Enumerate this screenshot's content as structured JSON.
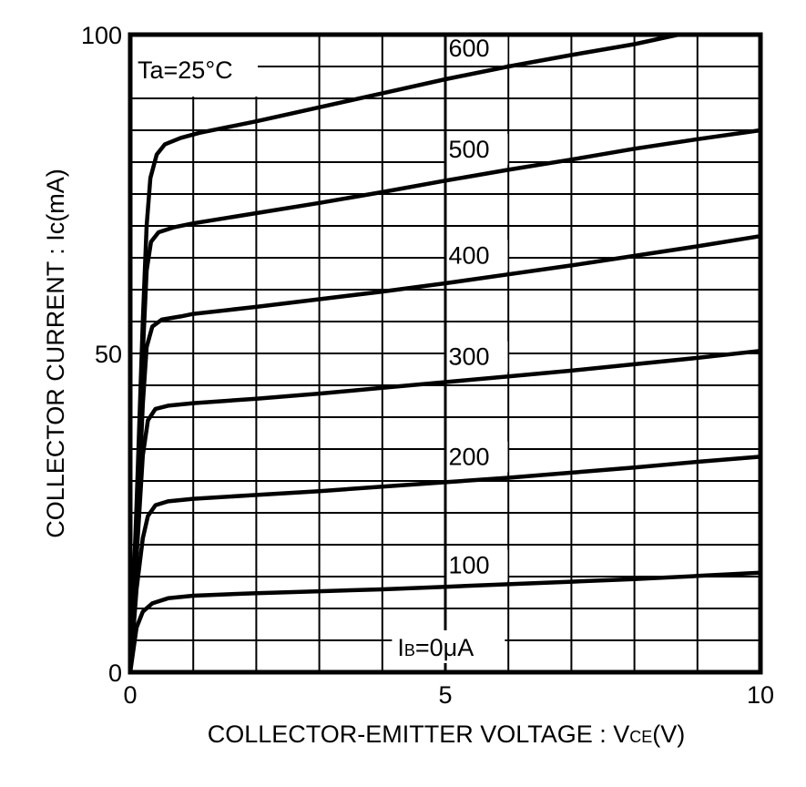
{
  "chart_data": {
    "type": "line",
    "xlabel_main": "COLLECTOR-EMITTER  VOLTAGE : V",
    "xlabel_sub": "CE",
    "xlabel_unit": "(V)",
    "ylabel": "COLLECTOR  CURRENT : Ic(mA)",
    "xlim": [
      0,
      10
    ],
    "ylim": [
      0,
      100
    ],
    "x_ticks": [
      {
        "value": 0,
        "label": "0"
      },
      {
        "value": 5,
        "label": "5"
      },
      {
        "value": 10,
        "label": "10"
      }
    ],
    "y_ticks": [
      {
        "value": 0,
        "label": "0"
      },
      {
        "value": 50,
        "label": "50"
      },
      {
        "value": 100,
        "label": "100"
      }
    ],
    "grid": true,
    "grid_x": [
      0,
      1,
      2,
      3,
      4,
      5,
      6,
      7,
      8,
      9,
      10
    ],
    "grid_y": [
      0,
      5,
      10,
      15,
      20,
      25,
      30,
      35,
      40,
      45,
      50,
      55,
      60,
      65,
      70,
      75,
      80,
      85,
      90,
      95,
      100
    ],
    "condition": "Ta=25°C",
    "ib_label": {
      "main": "I",
      "sub": "B",
      "rest": "=0μA",
      "x": 5.8,
      "y": 4
    },
    "series": [
      {
        "name": "100",
        "label_x": 5.05,
        "label_y": 15.5,
        "points": [
          [
            0,
            0
          ],
          [
            0.1,
            7
          ],
          [
            0.2,
            9.5
          ],
          [
            0.35,
            10.8
          ],
          [
            0.6,
            11.6
          ],
          [
            1,
            12
          ],
          [
            2,
            12.4
          ],
          [
            3,
            12.7
          ],
          [
            4,
            13
          ],
          [
            5,
            13.4
          ],
          [
            6,
            13.8
          ],
          [
            7,
            14.2
          ],
          [
            8,
            14.6
          ],
          [
            9,
            15.1
          ],
          [
            10,
            15.6
          ]
        ]
      },
      {
        "name": "200",
        "label_x": 5.05,
        "label_y": 32.5,
        "points": [
          [
            0,
            0
          ],
          [
            0.1,
            13
          ],
          [
            0.2,
            21
          ],
          [
            0.28,
            24.5
          ],
          [
            0.4,
            26.2
          ],
          [
            0.6,
            26.8
          ],
          [
            1,
            27.2
          ],
          [
            2,
            27.8
          ],
          [
            3,
            28.4
          ],
          [
            4,
            29.1
          ],
          [
            5,
            29.8
          ],
          [
            6,
            30.5
          ],
          [
            7,
            31.3
          ],
          [
            8,
            32.1
          ],
          [
            9,
            33
          ],
          [
            10,
            33.8
          ]
        ]
      },
      {
        "name": "300",
        "label_x": 5.05,
        "label_y": 48.2,
        "points": [
          [
            0,
            0
          ],
          [
            0.1,
            18
          ],
          [
            0.2,
            34
          ],
          [
            0.28,
            39.5
          ],
          [
            0.4,
            41.3
          ],
          [
            0.6,
            41.8
          ],
          [
            1,
            42.2
          ],
          [
            2,
            42.9
          ],
          [
            3,
            43.7
          ],
          [
            4,
            44.6
          ],
          [
            5,
            45.5
          ],
          [
            6,
            46.4
          ],
          [
            7,
            47.3
          ],
          [
            8,
            48.3
          ],
          [
            9,
            49.3
          ],
          [
            10,
            50.4
          ]
        ]
      },
      {
        "name": "400",
        "label_x": 5.05,
        "label_y": 64.1,
        "points": [
          [
            0,
            0
          ],
          [
            0.1,
            20
          ],
          [
            0.2,
            42
          ],
          [
            0.26,
            51
          ],
          [
            0.35,
            54.2
          ],
          [
            0.5,
            55.3
          ],
          [
            0.8,
            55.8
          ],
          [
            1,
            56.2
          ],
          [
            2,
            57.3
          ],
          [
            3,
            58.5
          ],
          [
            4,
            59.7
          ],
          [
            5,
            61
          ],
          [
            6,
            62.4
          ],
          [
            7,
            63.8
          ],
          [
            8,
            65.3
          ],
          [
            9,
            66.8
          ],
          [
            10,
            68.4
          ]
        ]
      },
      {
        "name": "500",
        "label_x": 5.05,
        "label_y": 80.7,
        "points": [
          [
            0,
            0
          ],
          [
            0.1,
            23
          ],
          [
            0.2,
            50
          ],
          [
            0.26,
            63
          ],
          [
            0.33,
            67.5
          ],
          [
            0.45,
            69
          ],
          [
            0.7,
            69.8
          ],
          [
            1,
            70.4
          ],
          [
            2,
            72
          ],
          [
            3,
            73.6
          ],
          [
            4,
            75.3
          ],
          [
            5,
            77.1
          ],
          [
            6,
            78.8
          ],
          [
            7,
            80.4
          ],
          [
            8,
            82.1
          ],
          [
            9,
            83.6
          ],
          [
            10,
            85
          ]
        ]
      },
      {
        "name": "600",
        "label_x": 5.05,
        "label_y": 96.6,
        "points": [
          [
            0,
            0
          ],
          [
            0.1,
            26
          ],
          [
            0.2,
            55
          ],
          [
            0.26,
            70
          ],
          [
            0.32,
            77.5
          ],
          [
            0.42,
            81.2
          ],
          [
            0.55,
            82.8
          ],
          [
            0.8,
            83.8
          ],
          [
            1.1,
            84.6
          ],
          [
            1.5,
            85.4
          ],
          [
            2,
            86.4
          ],
          [
            3,
            88.6
          ],
          [
            4,
            90.8
          ],
          [
            5,
            93
          ],
          [
            6,
            95
          ],
          [
            7,
            96.8
          ],
          [
            8,
            98.5
          ],
          [
            8.7,
            100
          ]
        ]
      }
    ]
  }
}
